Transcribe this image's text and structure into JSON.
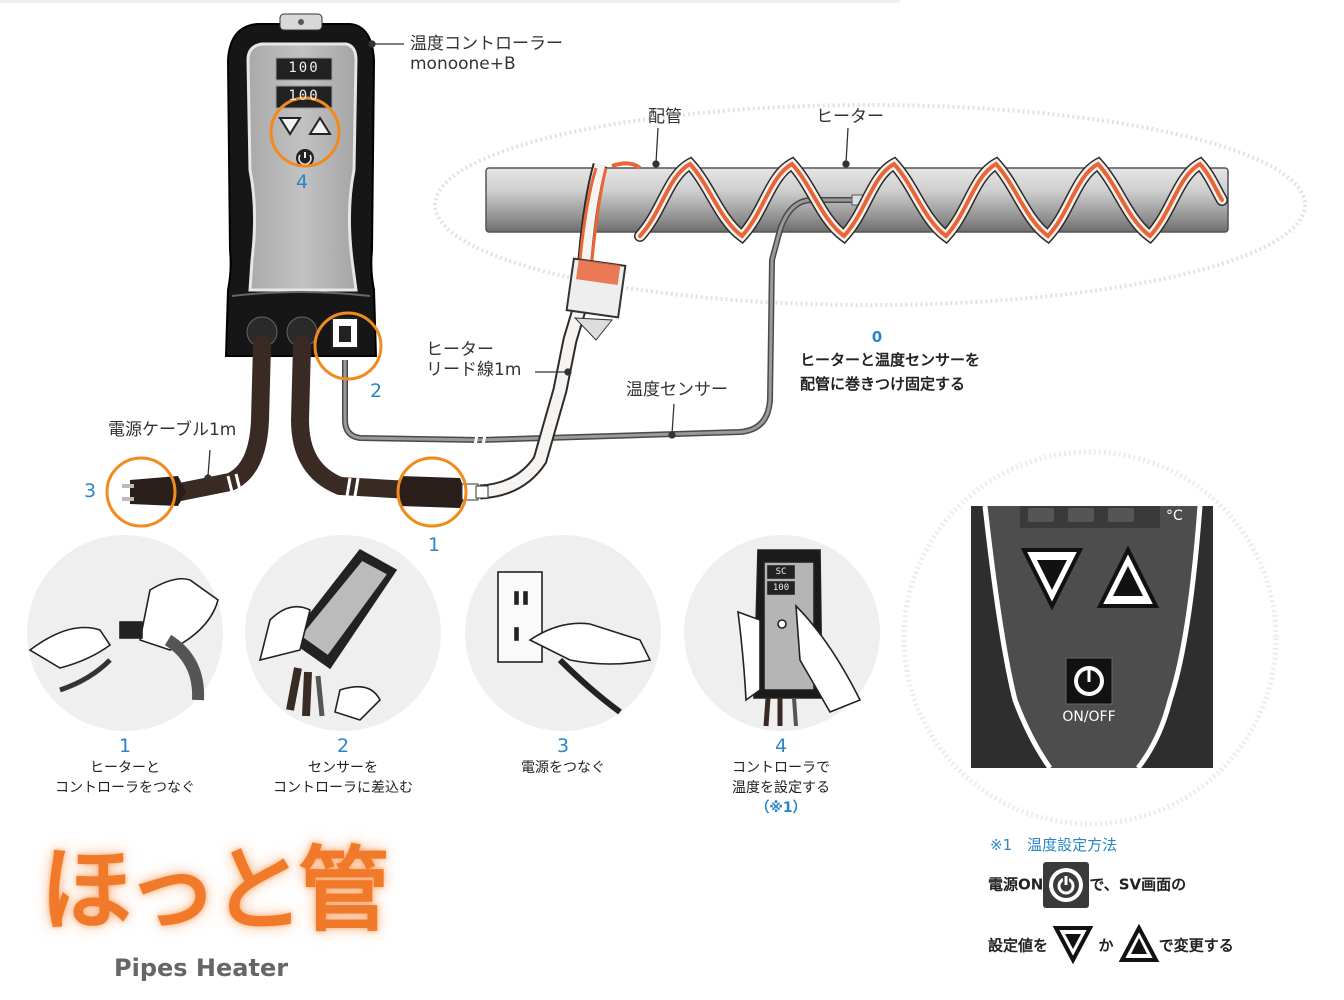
{
  "controller": {
    "label_line1": "温度コントローラー",
    "label_line2": "monoone+B",
    "display_top": "100",
    "display_bottom": "100",
    "step_number": "4"
  },
  "pipe_labels": {
    "pipe": "配管",
    "heater": "ヒーター"
  },
  "wrap_instruction": {
    "number": "0",
    "line1": "ヒーターと温度センサーを",
    "line2": "配管に巻きつけ固定する"
  },
  "cable_labels": {
    "heater_lead_line1": "ヒーター",
    "heater_lead_line2": "リード線1m",
    "temp_sensor": "温度センサー",
    "power_cable": "電源ケーブル1m"
  },
  "callouts": {
    "n1": "1",
    "n2": "2",
    "n3": "3"
  },
  "steps": [
    {
      "number": "1",
      "line1": "ヒーターと",
      "line2": "コントローラをつなぐ",
      "note": ""
    },
    {
      "number": "2",
      "line1": "センサーを",
      "line2": "コントローラに差込む",
      "note": ""
    },
    {
      "number": "3",
      "line1": "電源をつなぐ",
      "line2": "",
      "note": ""
    },
    {
      "number": "4",
      "line1": "コントローラで",
      "line2": "温度を設定する",
      "note": "（※1）"
    }
  ],
  "step4_display": {
    "top": "SC",
    "bottom": "100"
  },
  "closeup": {
    "unit": "°C",
    "onoff_label": "ON/OFF"
  },
  "instructions": {
    "title": "※1　温度設定方法",
    "line1_prefix": "電源ON",
    "line1_suffix": "で、SV画面の",
    "line2_prefix": "設定値を",
    "line2_mid": "か",
    "line2_suffix": "で変更する"
  },
  "logo": {
    "main": "ほっと管",
    "sub": "Pipes Heater"
  },
  "colors": {
    "accent_orange": "#f28a1e",
    "heater_orange": "#e8653a",
    "step_blue": "#2a86c8",
    "cable_dark": "#3a2a24"
  }
}
